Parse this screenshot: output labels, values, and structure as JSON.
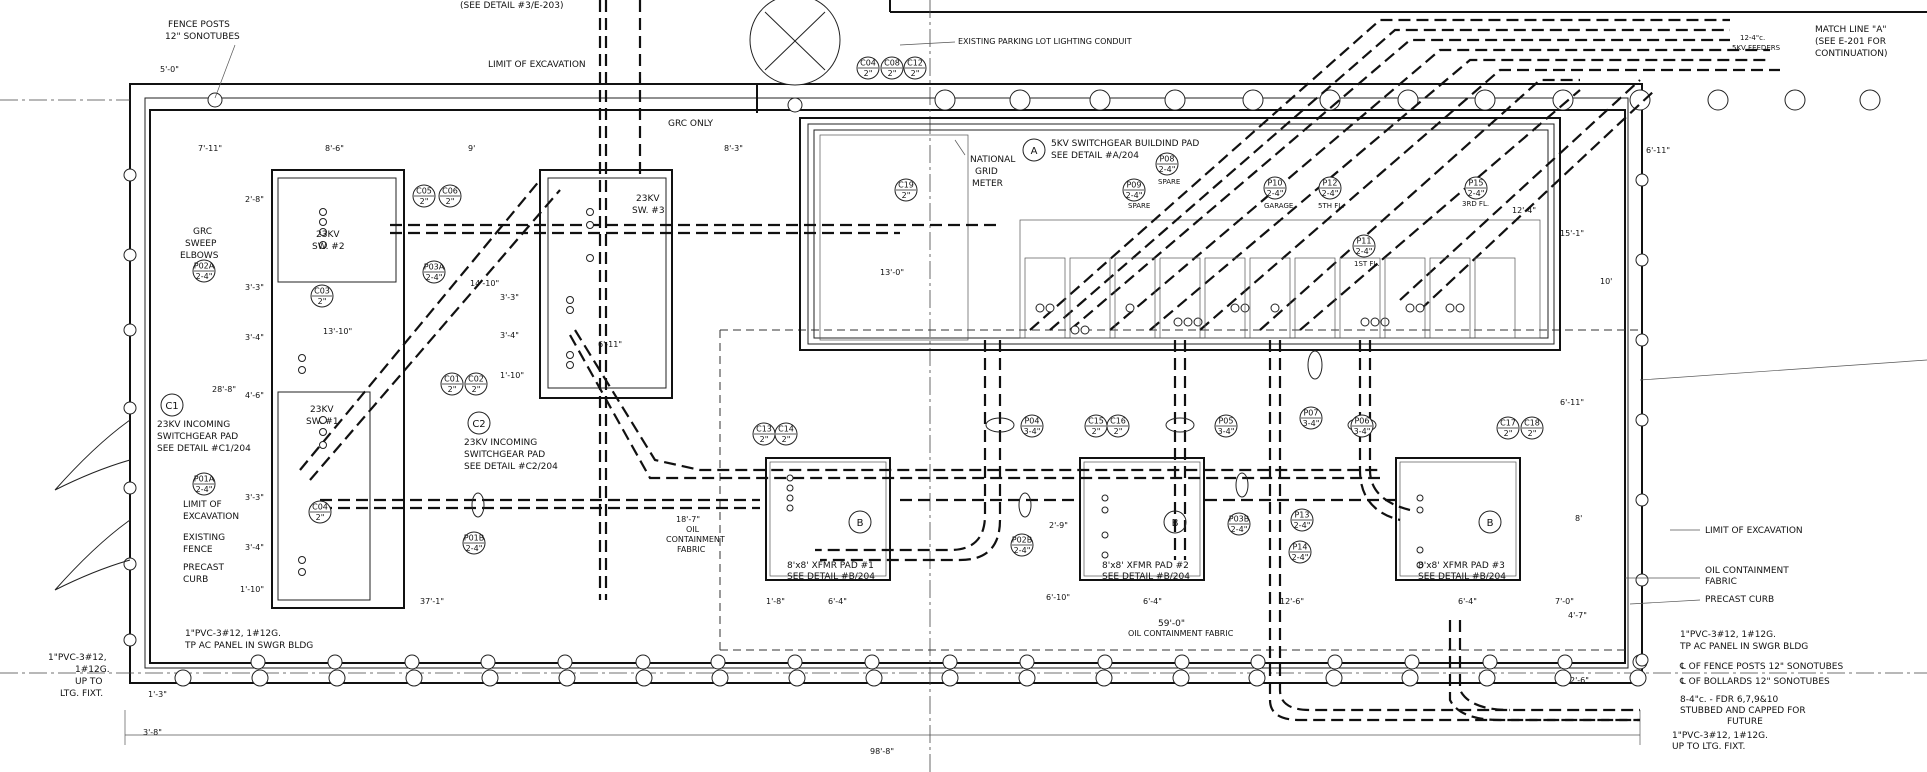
{
  "header": {
    "top_detail_ref": "(SEE DETAIL #3/E-203)",
    "parking_conduit": "EXISTING PARKING LOT LIGHTING CONDUIT",
    "match_line": [
      "MATCH LINE \"A\"",
      "(SEE E-201 FOR",
      "CONTINUATION)"
    ],
    "feeders_note": [
      "12-4\"c.",
      "5KV FEEDERS"
    ]
  },
  "left_notes": {
    "fence_posts": [
      "FENCE POSTS",
      "12\" SONOTUBES"
    ],
    "limit_excavation_top": "LIMIT OF EXCAVATION",
    "grc_only": "GRC ONLY",
    "grc_sweep": [
      "GRC",
      "SWEEP",
      "ELBOWS"
    ],
    "limit_excavation_left": [
      "LIMIT OF",
      "EXCAVATION"
    ],
    "existing_fence": [
      "EXISTING",
      "FENCE"
    ],
    "precast_curb": [
      "PRECAST",
      "CURB"
    ],
    "pvc_inner": [
      "1\"PVC-3#12, 1#12G.",
      "TP AC PANEL IN SWGR BLDG"
    ],
    "pvc_outer": [
      "1\"PVC-3#12,",
      "1#12G.",
      "UP TO",
      "LTG. FIXT."
    ]
  },
  "pads": {
    "c1": {
      "tag": "C1",
      "lines": [
        "23KV INCOMING",
        "SWITCHGEAR PAD",
        "SEE DETAIL #C1/204"
      ]
    },
    "c2": {
      "tag": "C2",
      "lines": [
        "23KV INCOMING",
        "SWITCHGEAR PAD",
        "SEE DETAIL #C2/204"
      ]
    },
    "a": {
      "tag": "A",
      "lines": [
        "5KV SWITCHGEAR BUILDIND PAD",
        "SEE DETAIL #A/204"
      ]
    },
    "sw1": [
      "23KV",
      "SW. #1"
    ],
    "sw2": [
      "23KV",
      "SW. #2"
    ],
    "sw3": [
      "23KV",
      "SW. #3"
    ],
    "b1": {
      "tag": "B",
      "lines": [
        "8'x8' XFMR PAD #1",
        "SEE DETAIL #B/204"
      ]
    },
    "b2": {
      "tag": "B",
      "lines": [
        "8'x8' XFMR PAD #2",
        "SEE DETAIL #B/204"
      ]
    },
    "b3": {
      "tag": "B",
      "lines": [
        "8'x8' XFMR PAD #3",
        "SEE DETAIL #B/204"
      ]
    },
    "grid_meter": [
      "NATIONAL",
      "GRID",
      "METER"
    ],
    "oil_fabric_small": [
      "OIL",
      "CONTAINMENT",
      "FABRIC"
    ],
    "oil_fabric_dim": "59'-0\"",
    "oil_fabric_bottom": "OIL CONTAINMENT FABRIC"
  },
  "right_notes": {
    "limit_excavation": "LIMIT OF EXCAVATION",
    "oil_containment": [
      "OIL CONTAINMENT",
      "FABRIC"
    ],
    "precast_curb": "PRECAST CURB",
    "pvc": [
      "1\"PVC-3#12, 1#12G.",
      "TP AC PANEL IN SWGR BLDG"
    ],
    "fence_posts": "℄ OF FENCE POSTS 12\" SONOTUBES",
    "bollards": "℄ OF BOLLARDS 12\" SONOTUBES",
    "fdr": [
      "8-4\"c. - FDR 6,7,9&10",
      "STUBBED AND CAPPED FOR",
      "FUTURE"
    ],
    "pvc_ltg": [
      "1\"PVC-3#12, 1#12G.",
      "UP TO LTG. FIXT."
    ]
  },
  "conduit_tags": [
    {
      "id": "C04",
      "sub": "2\""
    },
    {
      "id": "C08",
      "sub": "2\""
    },
    {
      "id": "C12",
      "sub": "2\""
    },
    {
      "id": "C05",
      "sub": "2\""
    },
    {
      "id": "C06",
      "sub": "2\""
    },
    {
      "id": "C03",
      "sub": "2\""
    },
    {
      "id": "P03A",
      "sub": "2-4\""
    },
    {
      "id": "P02A",
      "sub": "2-4\""
    },
    {
      "id": "P01A",
      "sub": "2-4\""
    },
    {
      "id": "C01",
      "sub": "2\""
    },
    {
      "id": "C02",
      "sub": "2\""
    },
    {
      "id": "C04",
      "sub": "2\""
    },
    {
      "id": "C19",
      "sub": "2\""
    },
    {
      "id": "P08",
      "sub": "2-4\""
    },
    {
      "id": "P09",
      "sub": "2-4\""
    },
    {
      "id": "P10",
      "sub": "2-4\""
    },
    {
      "id": "P12",
      "sub": "2-4\""
    },
    {
      "id": "P15",
      "sub": "2-4\""
    },
    {
      "id": "P11",
      "sub": "2-4\""
    },
    {
      "id": "C13",
      "sub": "2\""
    },
    {
      "id": "C14",
      "sub": "2\""
    },
    {
      "id": "P04",
      "sub": "3-4\""
    },
    {
      "id": "C15",
      "sub": "2\""
    },
    {
      "id": "C16",
      "sub": "2\""
    },
    {
      "id": "P05",
      "sub": "3-4\""
    },
    {
      "id": "P07",
      "sub": "3-4\""
    },
    {
      "id": "P06",
      "sub": "3-4\""
    },
    {
      "id": "C17",
      "sub": "2\""
    },
    {
      "id": "C18",
      "sub": "2\""
    },
    {
      "id": "P01B",
      "sub": "2-4\""
    },
    {
      "id": "P02B",
      "sub": "2-4\""
    },
    {
      "id": "P03B",
      "sub": "2-4\""
    },
    {
      "id": "P13",
      "sub": "2-4\""
    },
    {
      "id": "P14",
      "sub": "2-4\""
    }
  ],
  "feeder_labels": [
    "SPARE",
    "SPARE",
    "GARAGE",
    "5TH FL.",
    "3RD FL.",
    "1ST FL."
  ],
  "dims": {
    "top_left": "5'-0\"",
    "total_bottom": "98'-8\"",
    "left_overall": "1'-3\"",
    "bottom_a": "37'-1\"",
    "bottom_b": "3'-8\"",
    "pad_a_w": "13'-0\"",
    "right_a": "6'-11\"",
    "right_b": "15'-1\"",
    "right_c": "12'-4\"",
    "right_d": "6'-11\"",
    "right_e": "10'",
    "right_f": "8'",
    "right_g": "4'-7\"",
    "pad_spacing": "6'-4\"",
    "mid_a": "7'-11\"",
    "mid_b": "8'-6\"",
    "mid_c": "9'",
    "mid_d": "8'-3\"",
    "left_col": [
      "2'-8\"",
      "3'-3\"",
      "3'-4\"",
      "4'-6\"",
      "28'-8\"",
      "3'-3\"",
      "3'-4\"",
      "1'-10\""
    ],
    "center_col": [
      "14'-10\"",
      "3'-3\"",
      "3'-4\"",
      "1'-10\"",
      "6'-11\"",
      "13'-10\""
    ],
    "spacing_bottom": "18'-7\"",
    "row_12_6": "12'-6\"",
    "row_6_10": "6'-10\"",
    "row_7_0": "7'-0\"",
    "row_1_8": "1'-8\"",
    "row_2_9": "2'-9\"",
    "row_2_6": "2'-6\""
  }
}
